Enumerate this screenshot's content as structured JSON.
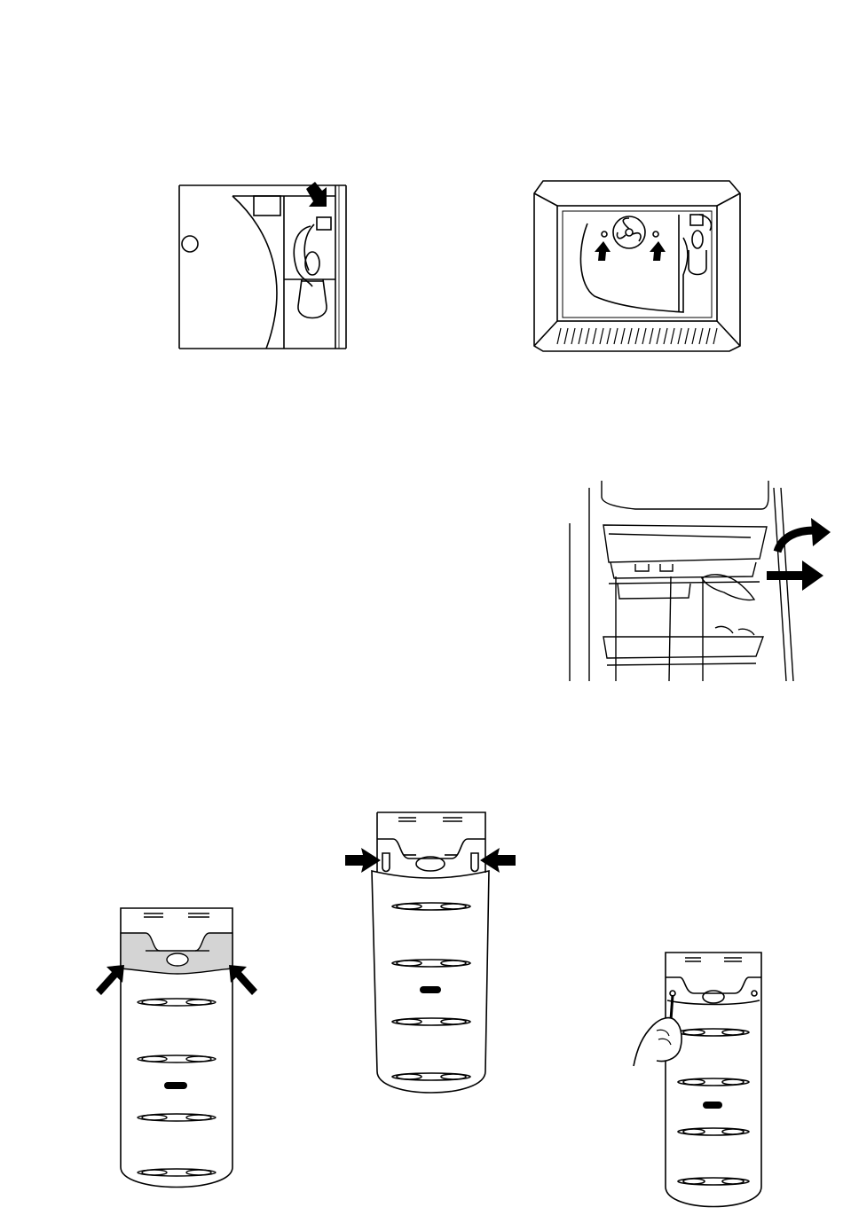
{
  "page": {
    "background": "#ffffff",
    "line_color": "#000000",
    "shade_color": "#d4d4d4"
  },
  "figures": [
    {
      "id": "lamp-socket-closeup",
      "icons": [
        "arrow-icon"
      ]
    },
    {
      "id": "freezer-fan-cover-screws",
      "icons": [
        "arrow-icon",
        "arrow-icon"
      ]
    },
    {
      "id": "shelf-removal",
      "icons": [
        "curved-arrow-icon",
        "arrow-icon"
      ]
    },
    {
      "id": "cover-press-tabs",
      "icons": [
        "arrow-icon",
        "arrow-icon"
      ]
    },
    {
      "id": "cover-lift-out",
      "icons": [
        "arrow-icon",
        "arrow-icon"
      ]
    },
    {
      "id": "cover-unscrew",
      "icons": [
        "screwdriver-icon"
      ]
    }
  ]
}
